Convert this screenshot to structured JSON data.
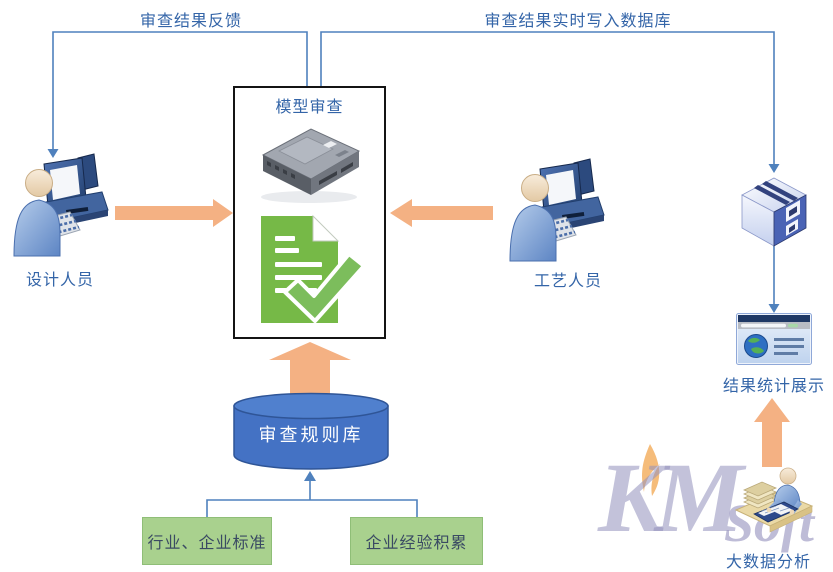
{
  "labels": {
    "feedback": "审查结果反馈",
    "db_write": "审查结果实时写入数据库",
    "model_review": "模型审查",
    "designer": "设计人员",
    "process_staff": "工艺人员",
    "rule_library": "审查规则库",
    "industry_standard": "行业、企业标准",
    "enterprise_experience": "企业经验积累",
    "result_display": "结果统计展示",
    "big_data_analysis": "大数据分析"
  },
  "watermark": {
    "km": "KM",
    "soft": "Soft"
  },
  "icons": [
    "designer-workstation-icon",
    "process-workstation-icon",
    "chassis-model-icon",
    "document-check-icon",
    "database-cube-icon",
    "browser-stats-icon",
    "data-analysis-desk-icon"
  ],
  "colors": {
    "label_text": "#3465a8",
    "connector_line": "#4f81bd",
    "thick_arrow": "#f4b183",
    "cylinder_fill": "#4472c4",
    "cylinder_text": "#ffffff",
    "green_box_fill": "#a9d18e",
    "green_box_text": "#3a4a63",
    "document_green": "#76b947",
    "model_box_border": "#141414",
    "watermark": "#928fbc"
  }
}
